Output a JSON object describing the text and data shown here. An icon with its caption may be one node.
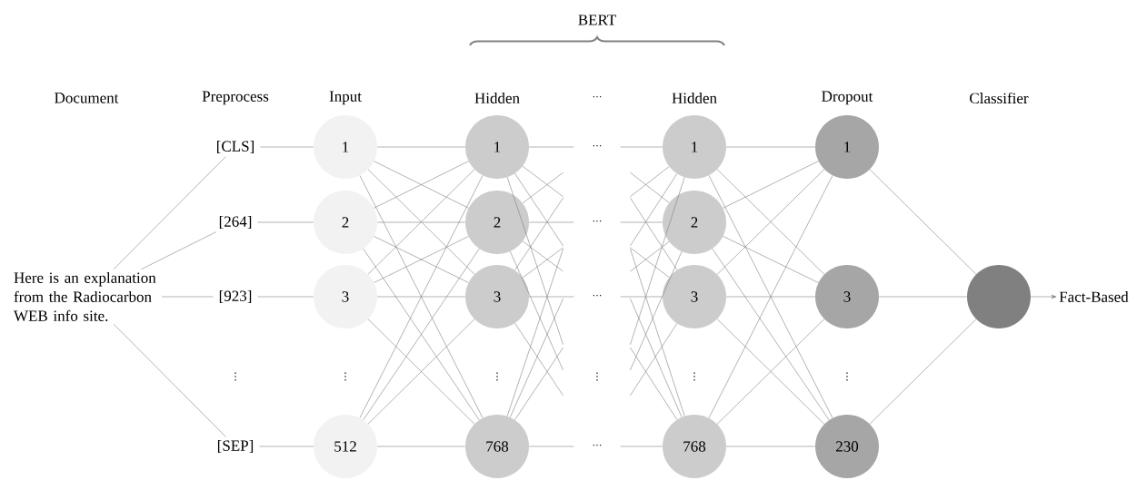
{
  "diagram": {
    "nodes": [
      {
        "text": [
          "Here is an explanation from the Radiocarbon WEB info site."
        ]
      },
      {
        "text": [
          "[CLS]"
        ]
      },
      {
        "text": [
          "[264]"
        ]
      },
      {
        "text": [
          "[923]"
        ]
      },
      {
        "text": [
          "[SEP]"
        ]
      },
      {
        "text": [
          "1"
        ]
      },
      {
        "text": [
          "2"
        ]
      },
      {
        "text": [
          "3"
        ]
      },
      {
        "text": [
          "512"
        ]
      },
      {
        "text": [
          "1"
        ]
      },
      {
        "text": [
          "2"
        ]
      },
      {
        "text": [
          "3"
        ]
      },
      {
        "text": [
          "768"
        ]
      },
      {
        "text": [
          "⋯"
        ]
      },
      {
        "text": [
          "⋯"
        ]
      },
      {
        "text": [
          "⋯"
        ]
      },
      {
        "text": [
          "⋯"
        ]
      },
      {
        "text": [
          "1"
        ]
      },
      {
        "text": [
          "2"
        ]
      },
      {
        "text": [
          "3"
        ]
      },
      {
        "text": [
          "768"
        ]
      },
      {
        "text": [
          "1"
        ]
      },
      {
        "text": [
          "3"
        ]
      },
      {
        "text": [
          "230"
        ]
      },
      {
        "text": [],
        "shape": "circle"
      },
      {
        "text": [
          "Fact-Based"
        ]
      }
    ],
    "edges": [
      {
        "from": 0,
        "to": 1,
        "arrow": "none"
      },
      {
        "from": 0,
        "to": 2,
        "arrow": "none"
      },
      {
        "from": 0,
        "to": 3,
        "arrow": "none"
      },
      {
        "from": 0,
        "to": 4,
        "arrow": "none"
      },
      {
        "from": 1,
        "to": 5,
        "arrow": "none"
      },
      {
        "from": 2,
        "to": 6,
        "arrow": "none"
      },
      {
        "from": 3,
        "to": 7,
        "arrow": "none"
      },
      {
        "from": 4,
        "to": 8,
        "arrow": "none"
      },
      {
        "from": 5,
        "to": 9,
        "arrow": "none"
      },
      {
        "from": 5,
        "to": 10,
        "arrow": "none"
      },
      {
        "from": 5,
        "to": 11,
        "arrow": "none"
      },
      {
        "from": 5,
        "to": 12,
        "arrow": "none"
      },
      {
        "from": 6,
        "to": 9,
        "arrow": "none"
      },
      {
        "from": 6,
        "to": 10,
        "arrow": "none"
      },
      {
        "from": 6,
        "to": 11,
        "arrow": "none"
      },
      {
        "from": 6,
        "to": 12,
        "arrow": "none"
      },
      {
        "from": 7,
        "to": 9,
        "arrow": "none"
      },
      {
        "from": 7,
        "to": 10,
        "arrow": "none"
      },
      {
        "from": 7,
        "to": 11,
        "arrow": "none"
      },
      {
        "from": 7,
        "to": 12,
        "arrow": "none"
      },
      {
        "from": 8,
        "to": 9,
        "arrow": "none"
      },
      {
        "from": 8,
        "to": 10,
        "arrow": "none"
      },
      {
        "from": 8,
        "to": 11,
        "arrow": "none"
      },
      {
        "from": 8,
        "to": 12,
        "arrow": "none"
      },
      {
        "from": 9,
        "to": 13,
        "arrow": "none"
      },
      {
        "from": 10,
        "to": 14,
        "arrow": "none"
      },
      {
        "from": 11,
        "to": 15,
        "arrow": "none"
      },
      {
        "from": 12,
        "to": 16,
        "arrow": "none"
      },
      {
        "from": 9,
        "to": null,
        "arrow": "none"
      },
      {
        "from": 9,
        "to": null,
        "arrow": "none"
      },
      {
        "from": 9,
        "to": null,
        "arrow": "none"
      },
      {
        "from": 10,
        "to": null,
        "arrow": "none"
      },
      {
        "from": 10,
        "to": null,
        "arrow": "none"
      },
      {
        "from": 10,
        "to": null,
        "arrow": "none"
      },
      {
        "from": 11,
        "to": null,
        "arrow": "none"
      },
      {
        "from": 11,
        "to": null,
        "arrow": "none"
      },
      {
        "from": 11,
        "to": null,
        "arrow": "none"
      },
      {
        "from": 12,
        "to": null,
        "arrow": "none"
      },
      {
        "from": 12,
        "to": null,
        "arrow": "none"
      },
      {
        "from": 12,
        "to": null,
        "arrow": "none"
      },
      {
        "from": 13,
        "to": 17,
        "arrow": "none"
      },
      {
        "from": 14,
        "to": 18,
        "arrow": "none"
      },
      {
        "from": 15,
        "to": 19,
        "arrow": "none"
      },
      {
        "from": 16,
        "to": 20,
        "arrow": "none"
      },
      {
        "from": null,
        "to": 17,
        "arrow": "none"
      },
      {
        "from": null,
        "to": 17,
        "arrow": "none"
      },
      {
        "from": null,
        "to": 17,
        "arrow": "none"
      },
      {
        "from": null,
        "to": 18,
        "arrow": "none"
      },
      {
        "from": null,
        "to": 18,
        "arrow": "none"
      },
      {
        "from": null,
        "to": 18,
        "arrow": "none"
      },
      {
        "from": null,
        "to": 19,
        "arrow": "none"
      },
      {
        "from": null,
        "to": 19,
        "arrow": "none"
      },
      {
        "from": null,
        "to": 19,
        "arrow": "none"
      },
      {
        "from": null,
        "to": 20,
        "arrow": "none"
      },
      {
        "from": null,
        "to": 20,
        "arrow": "none"
      },
      {
        "from": null,
        "to": 20,
        "arrow": "none"
      },
      {
        "from": 17,
        "to": 21,
        "arrow": "none"
      },
      {
        "from": 17,
        "to": 22,
        "arrow": "none"
      },
      {
        "from": 17,
        "to": 23,
        "arrow": "none"
      },
      {
        "from": 18,
        "to": 21,
        "arrow": "none"
      },
      {
        "from": 18,
        "to": 22,
        "arrow": "none"
      },
      {
        "from": 18,
        "to": 23,
        "arrow": "none"
      },
      {
        "from": 19,
        "to": 21,
        "arrow": "none"
      },
      {
        "from": 19,
        "to": 22,
        "arrow": "none"
      },
      {
        "from": 19,
        "to": 23,
        "arrow": "none"
      },
      {
        "from": 20,
        "to": 21,
        "arrow": "none"
      },
      {
        "from": 20,
        "to": 22,
        "arrow": "none"
      },
      {
        "from": 20,
        "to": 23,
        "arrow": "none"
      },
      {
        "from": 21,
        "to": 24,
        "arrow": "none"
      },
      {
        "from": 22,
        "to": 24,
        "arrow": "none"
      },
      {
        "from": 23,
        "to": 24,
        "arrow": "none"
      },
      {
        "from": 24,
        "to": 25,
        "arrow": "to"
      }
    ],
    "labels": [
      "BERT",
      "Document",
      "Preprocess",
      "Input",
      "Hidden",
      "⋯",
      "Hidden",
      "Dropout",
      "Classifier",
      "⋮",
      "⋮",
      "⋮",
      "⋮",
      "⋮",
      "⋮"
    ]
  }
}
